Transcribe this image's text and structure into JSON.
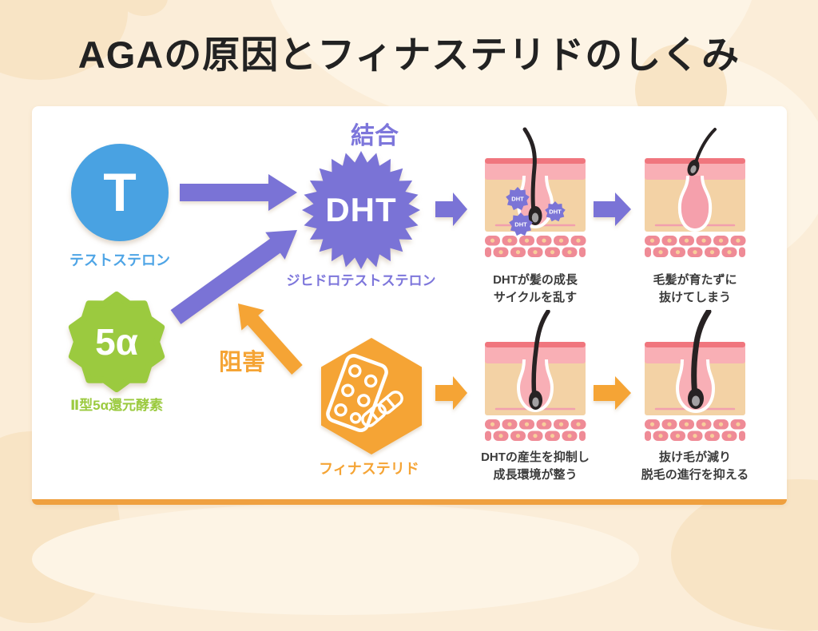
{
  "title": "AGAの原因とフィナステリドのしくみ",
  "colors": {
    "background": "#FBEDD8",
    "accent_purple": "#7A73D6",
    "accent_orange": "#F5A435",
    "accent_blue": "#49A2E2",
    "accent_green": "#9BCA3F"
  },
  "diagram": {
    "binding_label": "結合",
    "inhibition_label": "阻害",
    "testosterone": {
      "symbol": "T",
      "label": "テストステロン"
    },
    "reductase": {
      "symbol": "5α",
      "label": "Ⅱ型5α還元酵素"
    },
    "dht": {
      "symbol": "DHT",
      "label": "ジヒドロテストステロン"
    },
    "finasteride": {
      "label": "フィナステリド"
    },
    "dht_particle_label": "DHT",
    "panels": [
      {
        "caption_line1": "DHTが髪の成長",
        "caption_line2": "サイクルを乱す"
      },
      {
        "caption_line1": "毛髪が育たずに",
        "caption_line2": "抜けてしまう"
      },
      {
        "caption_line1": "DHTの産生を抑制し",
        "caption_line2": "成長環境が整う"
      },
      {
        "caption_line1": "抜け毛が減り",
        "caption_line2": "脱毛の進行を抑える"
      }
    ]
  }
}
